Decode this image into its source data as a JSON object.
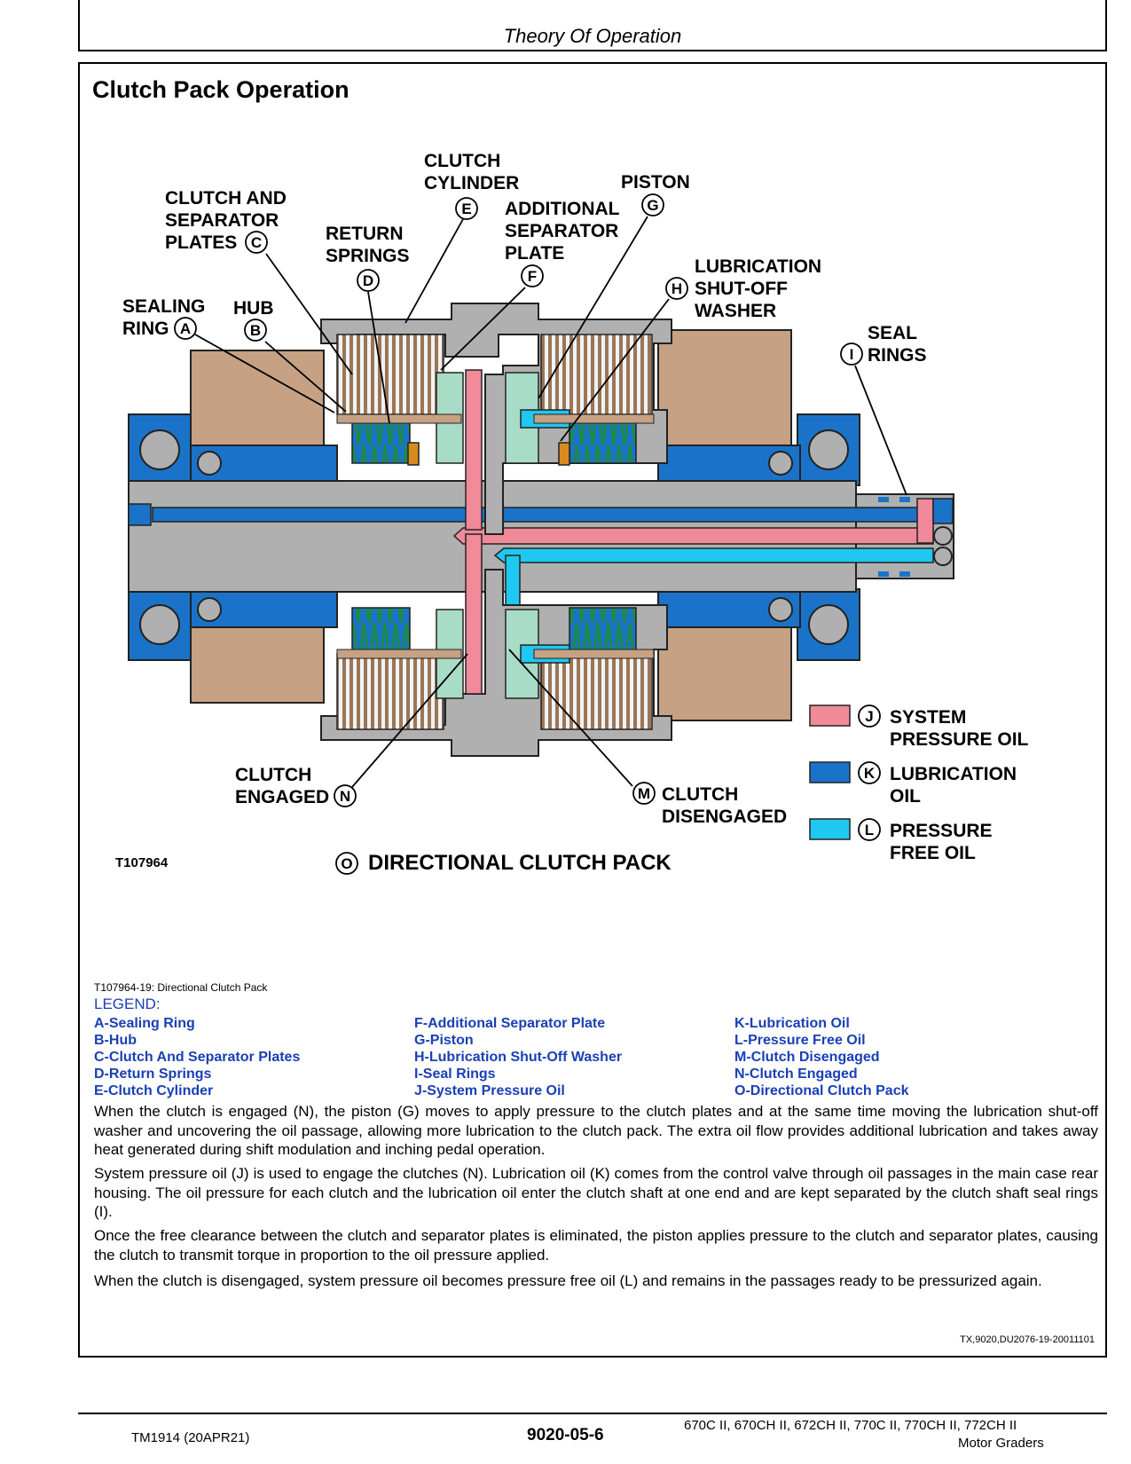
{
  "header": {
    "title": "Theory Of Operation"
  },
  "section_title": "Clutch Pack Operation",
  "figure": {
    "labels": {
      "clutch_sep_1": "CLUTCH  AND",
      "clutch_sep_2": "SEPARATOR",
      "clutch_sep_3": "PLATES",
      "clutch_cyl_1": "CLUTCH",
      "clutch_cyl_2": "CYLINDER",
      "piston": "PISTON",
      "return_1": "RETURN",
      "return_2": "SPRINGS",
      "addl_1": "ADDITIONAL",
      "addl_2": "SEPARATOR",
      "addl_3": "PLATE",
      "lube_1": "LUBRICATION",
      "lube_2": "SHUT-OFF",
      "lube_3": "WASHER",
      "sealing_1": "SEALING",
      "sealing_2": "RING",
      "hub": "HUB",
      "seal_1": "SEAL",
      "seal_2": "RINGS",
      "engaged_1": "CLUTCH",
      "engaged_2": "ENGAGED",
      "diseng_1": "CLUTCH",
      "diseng_2": "DISENGAGED",
      "pack_title": "DIRECTIONAL CLUTCH PACK"
    },
    "letters": {
      "a": "A",
      "b": "B",
      "c": "C",
      "d": "D",
      "e": "E",
      "f": "F",
      "g": "G",
      "h": "H",
      "i": "I",
      "j": "J",
      "k": "K",
      "l": "L",
      "m": "M",
      "n": "N",
      "o": "O"
    },
    "key": {
      "j_1": "SYSTEM",
      "j_2": "PRESSURE OIL",
      "k_1": "LUBRICATION",
      "k_2": "OIL",
      "l_1": "PRESSURE",
      "l_2": "FREE OIL"
    },
    "figure_id": "T107964",
    "colors": {
      "system_pressure_oil": "#f08a99",
      "lubrication_oil": "#1a73c8",
      "pressure_free_oil": "#1ec8f0",
      "housing": "#c6a183",
      "steel": "#b0b0b0",
      "piston": "#a8dcc6"
    }
  },
  "caption": "T107964-19: Directional Clutch Pack",
  "legend": {
    "title": "LEGEND:",
    "col1": [
      "A-Sealing Ring",
      "B-Hub",
      "C-Clutch And Separator Plates",
      "D-Return Springs",
      "E-Clutch Cylinder"
    ],
    "col2": [
      "F-Additional Separator Plate",
      "G-Piston",
      "H-Lubrication Shut-Off Washer",
      "I-Seal Rings",
      "J-System Pressure Oil"
    ],
    "col3": [
      "K-Lubrication Oil",
      "L-Pressure Free Oil",
      "M-Clutch Disengaged",
      "N-Clutch Engaged",
      "O-Directional Clutch Pack"
    ]
  },
  "paragraphs": [
    "When the clutch is engaged (N), the piston (G) moves to apply pressure to the clutch plates and at the same time moving the lubrication shut-off washer and uncovering the oil passage, allowing more lubrication to the clutch pack. The extra oil flow provides additional lubrication and takes away heat generated during shift modulation and inching pedal operation.",
    "System pressure oil (J) is used to engage the clutches (N). Lubrication oil (K) comes from the control valve through oil passages in the main case rear housing. The oil pressure for each clutch and the lubrication oil enter the clutch shaft at one end and are kept separated by the clutch shaft seal rings (I).",
    "Once the free clearance between the clutch and separator plates is eliminated, the piston applies pressure to the clutch and separator plates, causing the clutch to transmit torque in proportion to the oil pressure applied.",
    "When the clutch is disengaged, system pressure oil becomes pressure free oil (L) and remains in the passages ready to be pressurized again."
  ],
  "ref_id": "TX,9020,DU2076-19-20011101",
  "footer": {
    "manual": "TM1914 (20APR21)",
    "page": "9020-05-6",
    "models": "670C II, 670CH II, 672CH II, 770C II, 770CH II, 772CH II",
    "product": "Motor Graders"
  }
}
